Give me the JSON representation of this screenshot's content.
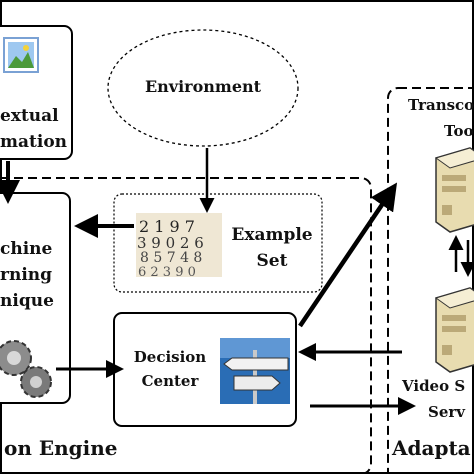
{
  "context_box": {
    "lines": [
      "extual",
      "mation"
    ]
  },
  "environment": {
    "label": "Environment"
  },
  "example_set": {
    "lines": [
      "Example",
      "Set"
    ]
  },
  "ml_technique": {
    "lines": [
      "chine",
      "rning",
      "nique"
    ]
  },
  "decision_center": {
    "lines": [
      "Decision",
      "Center"
    ]
  },
  "engine_label": "on Engine",
  "transcoding": {
    "lines": [
      "Transco",
      "Too"
    ]
  },
  "video_server": {
    "lines": [
      "Video S",
      "Serv"
    ]
  },
  "adaptation_label": "Adapta",
  "icons": {
    "context": "picture-frame-icon",
    "example_set": "numbers-collage-icon",
    "ml": "gears-icon",
    "decision": "road-sign-icon",
    "servers": "server-tower-icon"
  },
  "colors": {
    "line": "#000000",
    "sign_blue": "#2a6db5",
    "server": "#e8dcb0"
  }
}
